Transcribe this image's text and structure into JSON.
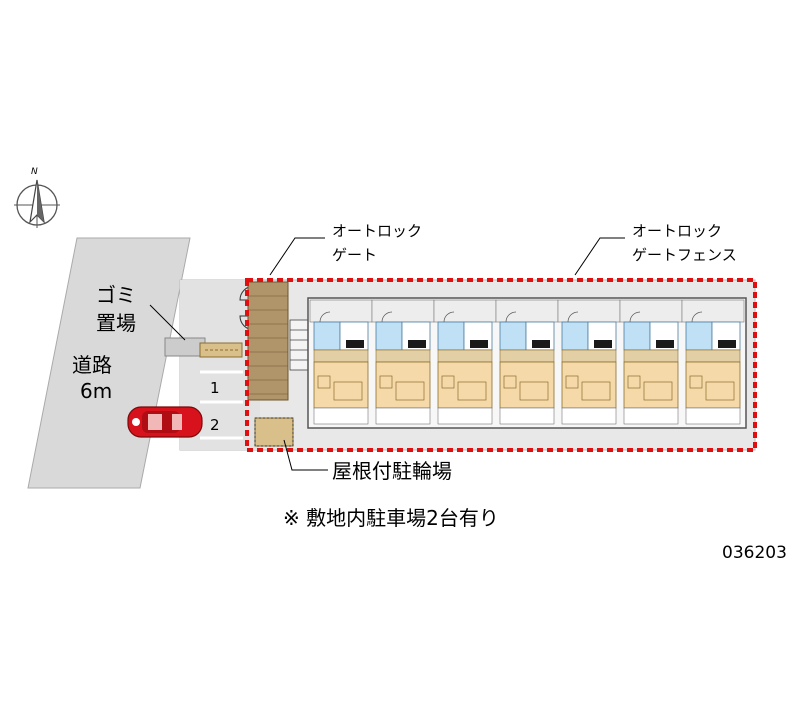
{
  "labels": {
    "gate": [
      "オートロック",
      "ゲート"
    ],
    "fence": [
      "オートロック",
      "ゲートフェンス"
    ],
    "garbage": [
      "ゴミ",
      "置場"
    ],
    "road": [
      "道路",
      "6m"
    ],
    "bike": "屋根付駐輪場",
    "note": "※ 敷地内駐車場2台有り",
    "code": "036203",
    "compass": "N"
  },
  "parking": {
    "spaces": [
      "1",
      "2"
    ]
  },
  "building": {
    "unit_count": 7
  },
  "colors": {
    "fence_red": "#e01010",
    "road_gray": "#d8d8d8",
    "ground_gray": "#e6e6e6",
    "room_beige": "#f5d9a8",
    "bath_blue": "#bfe0f5",
    "brick": "#b0946a",
    "car_red": "#d8121c"
  }
}
